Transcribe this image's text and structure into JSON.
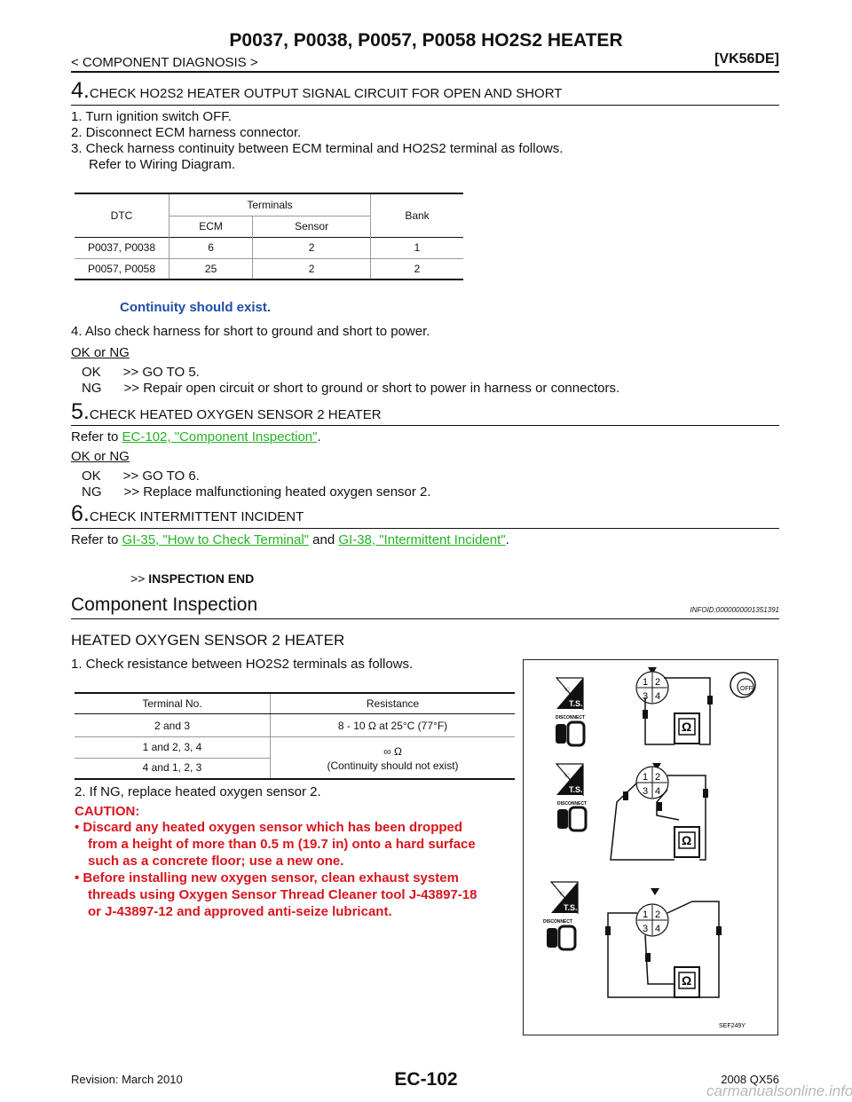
{
  "header": {
    "title": "P0037, P0038, P0057, P0058 HO2S2 HEATER",
    "section": "< COMPONENT DIAGNOSIS >",
    "model": "[VK56DE]"
  },
  "step4": {
    "number": "4.",
    "heading": "CHECK HO2S2 HEATER OUTPUT SIGNAL CIRCUIT FOR OPEN AND SHORT",
    "items": [
      "1. Turn ignition switch OFF.",
      "2. Disconnect ECM harness connector.",
      "3. Check harness continuity between ECM terminal and HO2S2 terminal as follows."
    ],
    "refer": "Refer to Wiring Diagram.",
    "table": {
      "col_dtc": "DTC",
      "col_terminals": "Terminals",
      "col_ecm": "ECM",
      "col_sensor": "Sensor",
      "col_bank": "Bank",
      "rows": [
        {
          "dtc": "P0037, P0038",
          "ecm": "6",
          "sensor": "2",
          "bank": "1"
        },
        {
          "dtc": "P0057, P0058",
          "ecm": "25",
          "sensor": "2",
          "bank": "2"
        }
      ]
    },
    "continuity": "Continuity should exist.",
    "item4": "4. Also check harness for short to ground and short to power.",
    "okng": "OK or NG",
    "ok": "OK      >> GO TO 5.",
    "ng": "NG      >> Repair open circuit or short to ground or short to power in harness or connectors."
  },
  "step5": {
    "number": "5.",
    "heading": "CHECK HEATED OXYGEN SENSOR 2 HEATER",
    "refer_prefix": "Refer to ",
    "link": "EC-102, \"Component Inspection\"",
    "refer_suffix": ".",
    "okng": "OK or NG",
    "ok": "OK      >> GO TO 6.",
    "ng": "NG      >> Replace malfunctioning heated oxygen sensor 2."
  },
  "step6": {
    "number": "6.",
    "heading": "CHECK INTERMITTENT INCIDENT",
    "refer_prefix": "Refer to ",
    "link1": "GI-35, \"How to Check Terminal\"",
    "and": " and ",
    "link2": "GI-38, \"Intermittent Incident\"",
    "refer_suffix": ".",
    "end_prefix": ">> ",
    "end": "INSPECTION END"
  },
  "component": {
    "title": "Component Inspection",
    "infoid": "INFOID:0000000001351391",
    "subtitle": "HEATED OXYGEN SENSOR 2 HEATER",
    "item1": "1. Check resistance between HO2S2 terminals as follows.",
    "table": {
      "col_terminal": "Terminal No.",
      "col_resistance": "Resistance",
      "row1_terminal": "2 and 3",
      "row1_resistance": "8 - 10 Ω at 25°C (77°F)",
      "row2_terminal": "1 and 2, 3, 4",
      "row3_terminal": "4 and 1, 2, 3",
      "row23_resistance_symbol": "∞ Ω",
      "row23_resistance_note": "(Continuity should not exist)"
    },
    "item2": "2. If NG, replace heated oxygen sensor 2.",
    "caution_label": "CAUTION:",
    "caution1_line1": "• Discard any heated oxygen sensor which has been dropped",
    "caution1_line2": "from a height of more than 0.5 m (19.7 in) onto a hard surface",
    "caution1_line3": "such as a concrete floor; use a new one.",
    "caution2_line1": "• Before installing new oxygen sensor, clean exhaust system",
    "caution2_line2": "threads using Oxygen Sensor Thread Cleaner tool J-43897-18",
    "caution2_line3": "or J-43897-12 and approved anti-seize lubricant."
  },
  "figure": {
    "disconnect": "DISCONNECT",
    "ts": "T.S.",
    "off": "OFF",
    "ohm": "Ω",
    "pin1": "1",
    "pin2": "2",
    "pin3": "3",
    "pin4": "4",
    "code": "SEF249Y"
  },
  "footer": {
    "revision": "Revision: March 2010",
    "page_code": "EC-102",
    "year_model": "2008 QX56",
    "watermark": "carmanualsonline.info"
  }
}
